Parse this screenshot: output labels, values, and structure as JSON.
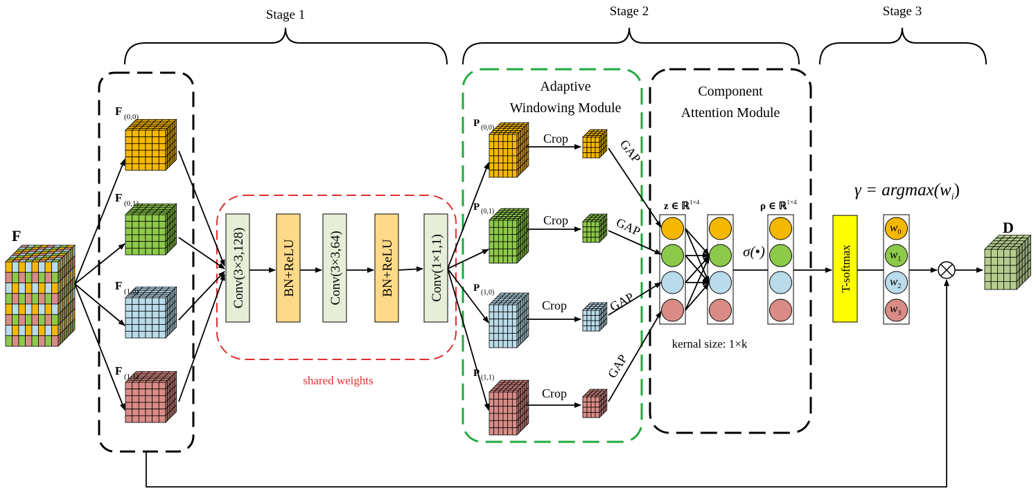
{
  "stages": {
    "s1": "Stage 1",
    "s2": "Stage 2",
    "s3": "Stage 3"
  },
  "input": {
    "name": "F",
    "sub": ""
  },
  "split_features": [
    {
      "name": "F",
      "sub": "(0,0)",
      "color": "#f5b800"
    },
    {
      "name": "F",
      "sub": "(0,1)",
      "color": "#8dc94a"
    },
    {
      "name": "F",
      "sub": "(1,0)",
      "color": "#b9dbea"
    },
    {
      "name": "F",
      "sub": "(1,1)",
      "color": "#d98c86"
    }
  ],
  "shared_blocks": [
    "Conv(3×3,128)",
    "BN+ReLU",
    "Conv(3×3,64)",
    "BN+ReLU",
    "Conv(1×1,1)"
  ],
  "shared_label": "shared weights",
  "awm": {
    "title_line1": "Adaptive",
    "title_line2": "Windowing Module"
  },
  "cam": {
    "title_line1": "Component",
    "title_line2": "Attention Module"
  },
  "P": [
    {
      "name": "P",
      "sub": "(0,0)"
    },
    {
      "name": "P",
      "sub": "(0,1)"
    },
    {
      "name": "P",
      "sub": "(1,0)"
    },
    {
      "name": "P",
      "sub": "(1,1)"
    }
  ],
  "crop_label": "Crop",
  "gap_label": "GAP",
  "z_label": "z ∈ ℝ",
  "z_sup": "1×4",
  "rho_label": "ρ ∈ ℝ",
  "rho_sup": "1×4",
  "sigma_label": "σ(•)",
  "kernel_label": "kernal size: 1×k",
  "softmax_label": "T-softmax",
  "weights": [
    {
      "name": "w",
      "sub": "0"
    },
    {
      "name": "w",
      "sub": "1"
    },
    {
      "name": "w",
      "sub": "2"
    },
    {
      "name": "w",
      "sub": "3"
    }
  ],
  "gamma_label": "γ = argmax(w",
  "gamma_sub": "i",
  "gamma_close": ")",
  "output": {
    "name": "D",
    "color": "#b5cc8e"
  },
  "multiply_symbol": "⊗",
  "colors": {
    "orange": "#f5b800",
    "green": "#8dc94a",
    "blue": "#b9dbea",
    "red": "#d98c86",
    "softmax": "#ffff00",
    "conv": "#e6eed8",
    "bn": "#ffd98a",
    "green_dash": "#1eaa3c",
    "red_dash": "#e03030"
  }
}
